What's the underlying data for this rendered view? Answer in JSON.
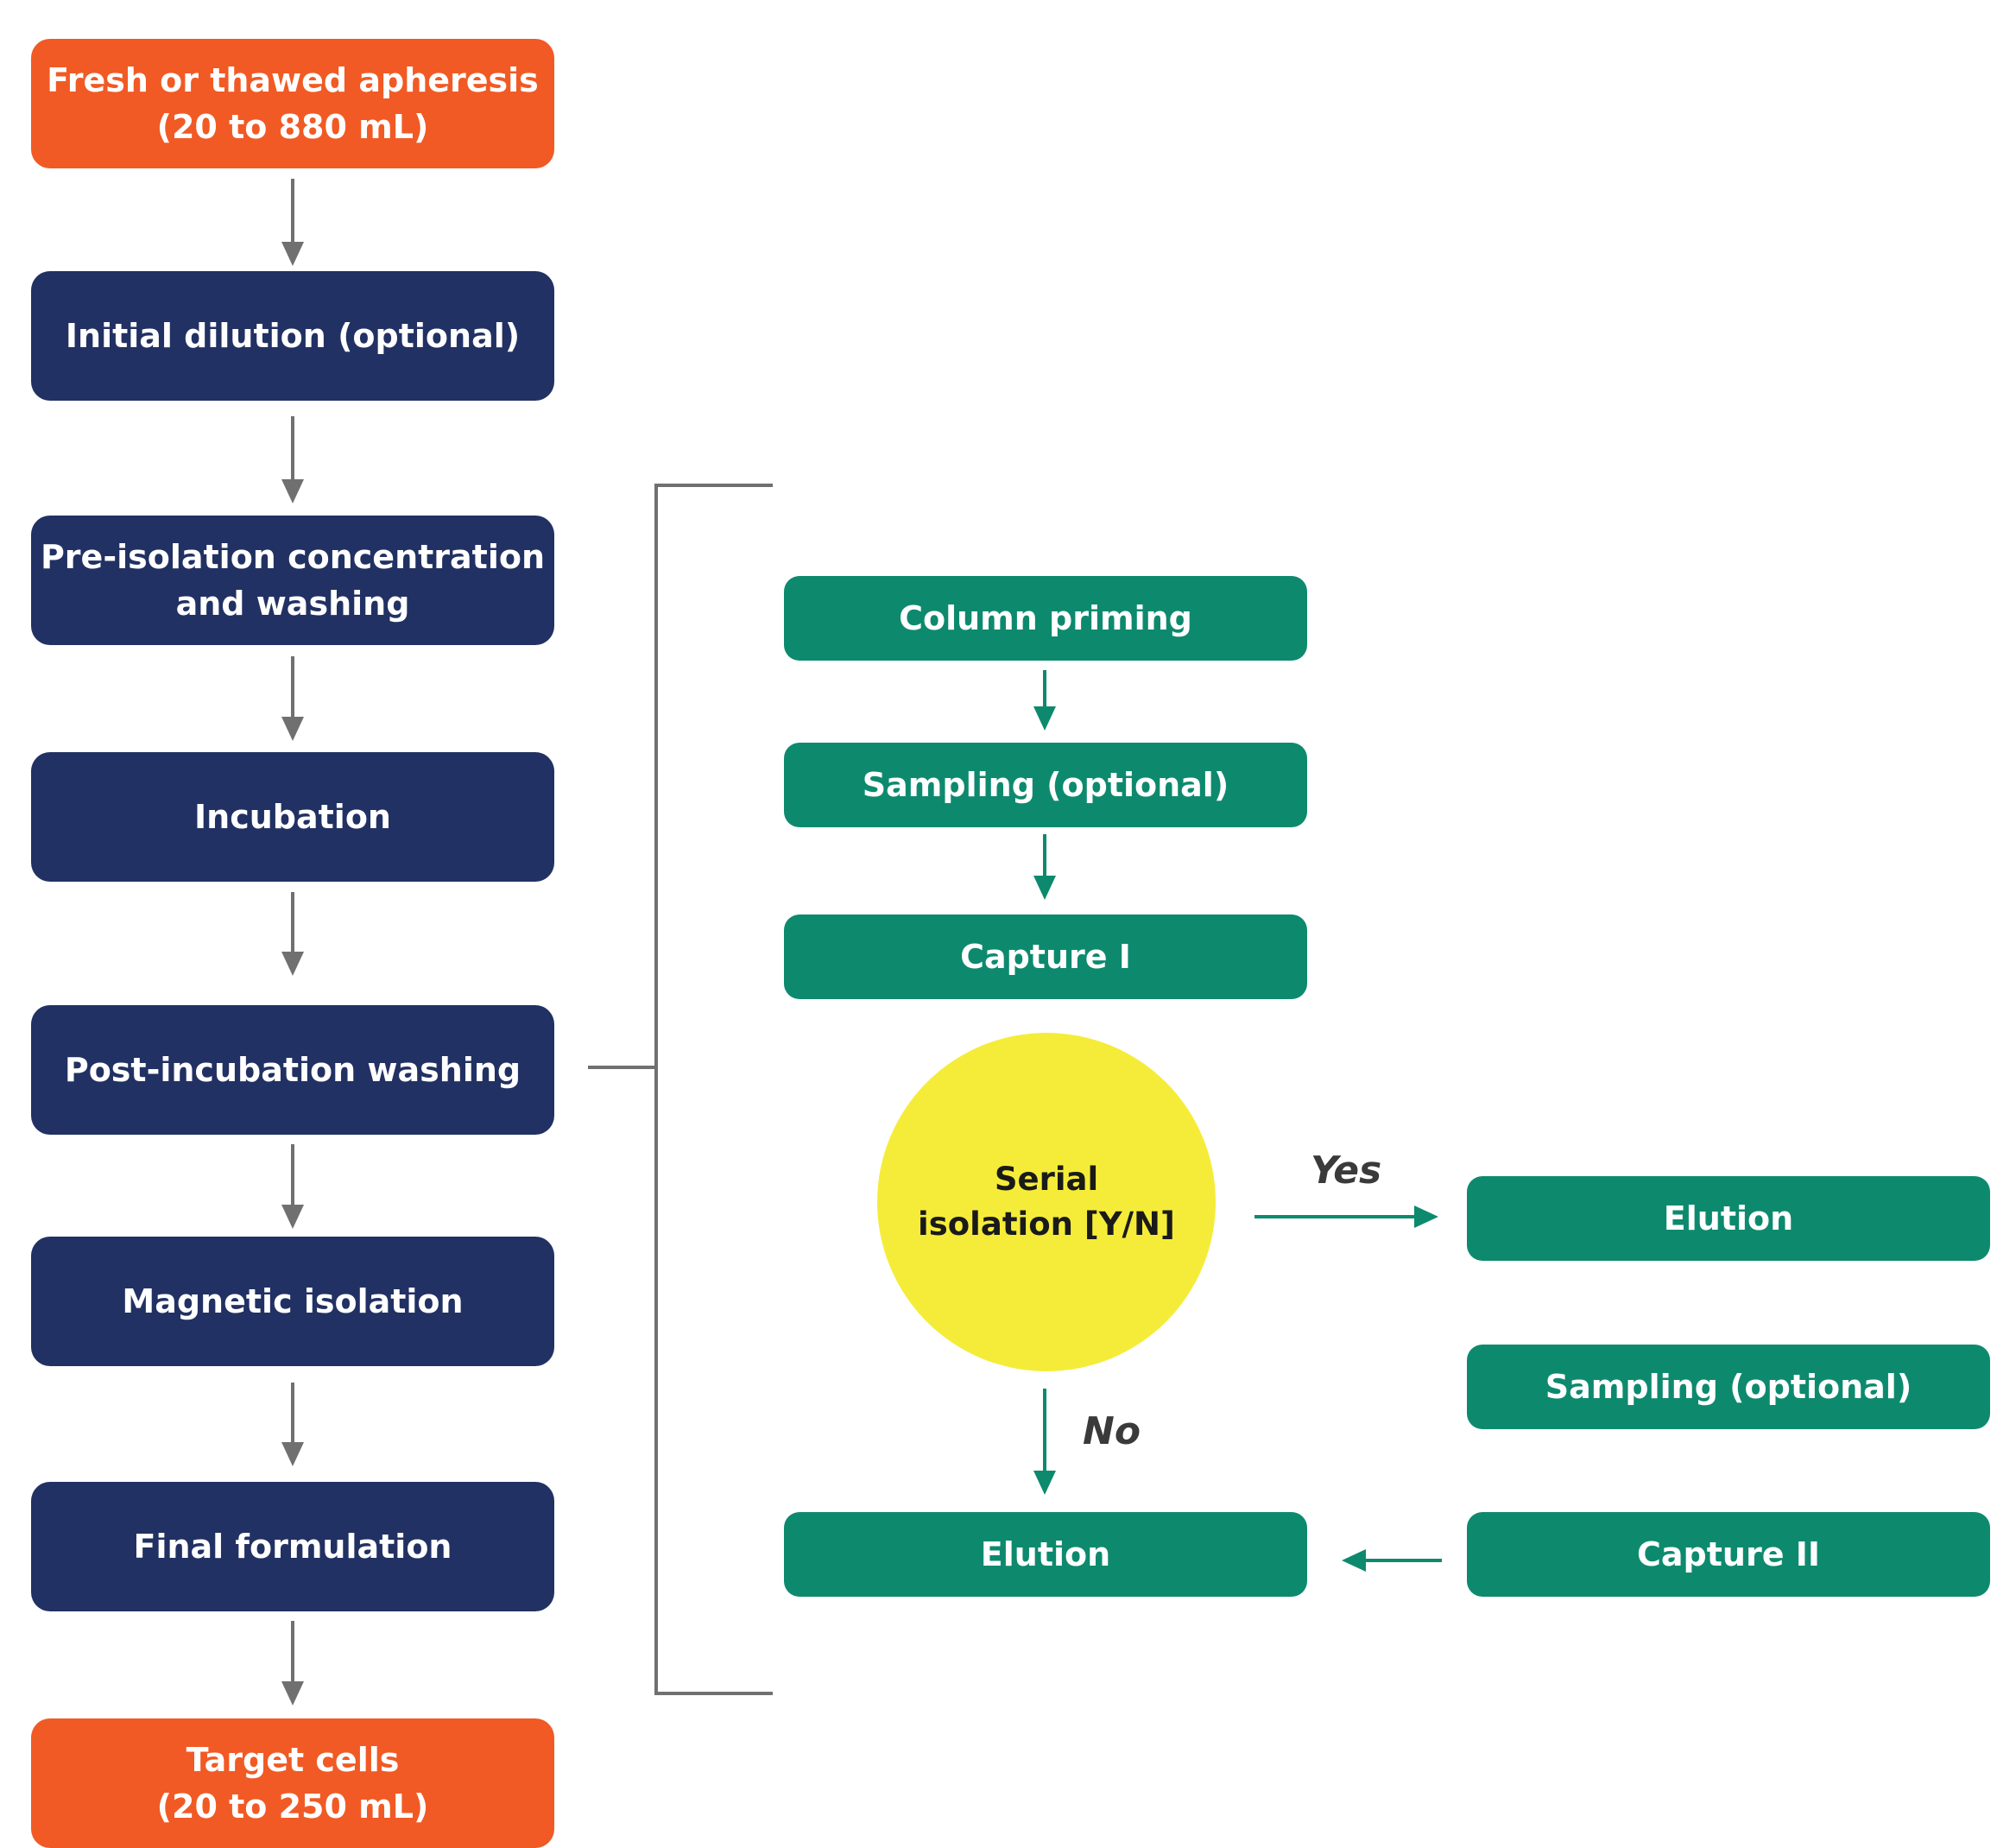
{
  "main_flow": [
    {
      "text": "Fresh or thawed apheresis\n(20 to 880 mL)",
      "color": "#f15a24"
    },
    {
      "text": "Initial dilution (optional)",
      "color": "#223163"
    },
    {
      "text": "Pre-isolation concentration\nand washing",
      "color": "#223163"
    },
    {
      "text": "Incubation",
      "color": "#223163"
    },
    {
      "text": "Post-incubation washing",
      "color": "#223163"
    },
    {
      "text": "Magnetic isolation",
      "color": "#223163"
    },
    {
      "text": "Final formulation",
      "color": "#223163"
    },
    {
      "text": "Target cells\n(20 to 250 mL)",
      "color": "#f15a24"
    }
  ],
  "detail": {
    "column_priming": "Column priming",
    "sampling_1": "Sampling (optional)",
    "capture_1": "Capture I",
    "decision": "Serial\nisolation [Y/N]",
    "yes_label": "Yes",
    "no_label": "No",
    "elution_right": "Elution",
    "sampling_2": "Sampling (optional)",
    "capture_2": "Capture II",
    "elution_bottom": "Elution"
  },
  "colors": {
    "orange": "#f15a24",
    "navy": "#223163",
    "green": "#0d8a6e",
    "yellow": "#f5ec39",
    "connector_gray": "#707070"
  }
}
